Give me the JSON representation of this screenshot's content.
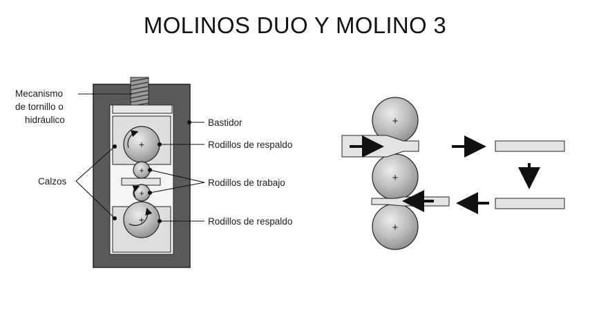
{
  "title": "MOLINOS DUO Y MOLINO 3",
  "left_diagram": {
    "labels": {
      "mecanismo_line1": "Mecanismo",
      "mecanismo_line2": "de tornillo o",
      "mecanismo_line3": "hidráulico",
      "bastidor": "Bastidor",
      "rodillos_respaldo_top": "Rodillos de respaldo",
      "rodillos_trabajo": "Rodillos de trabajo",
      "rodillos_respaldo_bottom": "Rodillos de respaldo",
      "calzos": "Calzos"
    },
    "colors": {
      "frame": "#555555",
      "chock": "#dcdcdc",
      "roll": "#b8b8b8"
    }
  },
  "right_diagram": {
    "colors": {
      "strip": "#e2e2e2",
      "roll": "#b8b8b8",
      "arrow": "#111111"
    }
  }
}
